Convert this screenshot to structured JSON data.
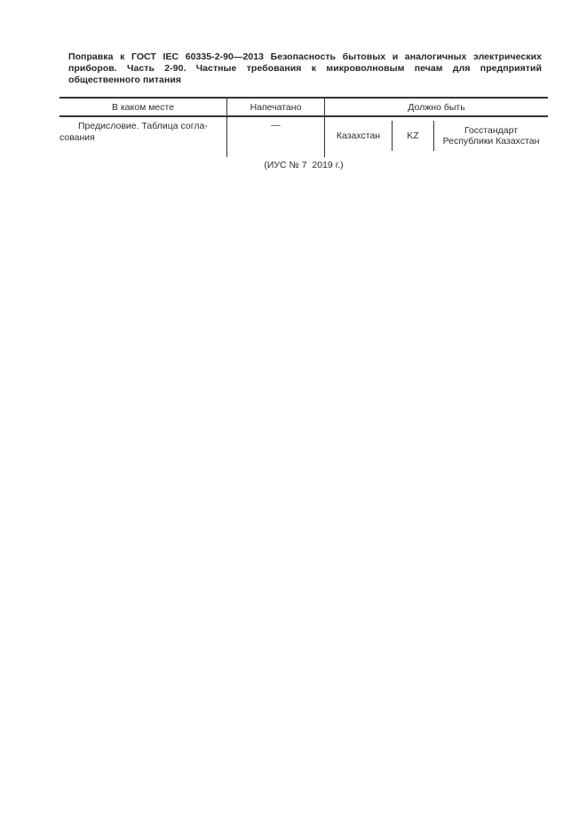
{
  "document": {
    "title_lines": [
      "Поправка к ГОСТ IEC 60335-2-90—2013 Безопасность бытовых и аналогичных электрических",
      "приборов. Часть 2-90. Частные требования к микроволновым печам для предприятий",
      "общественного питания"
    ],
    "footnote": "(ИУС № 7  2019 г.)"
  },
  "table": {
    "columns": [
      "В каком месте",
      "Напечатано",
      "Должно быть"
    ],
    "rows": [
      {
        "location_lines": [
          "Предисловие. Таблица согла-",
          "сования"
        ],
        "printed": "—",
        "should_be": {
          "country": "Казахстан",
          "code": "KZ",
          "authority_lines": [
            "Госстандарт",
            "Республики Казахстан"
          ]
        }
      }
    ]
  },
  "colors": {
    "text": "#2d2d2d",
    "rules": "#333333",
    "page_background": "#ffffff"
  }
}
